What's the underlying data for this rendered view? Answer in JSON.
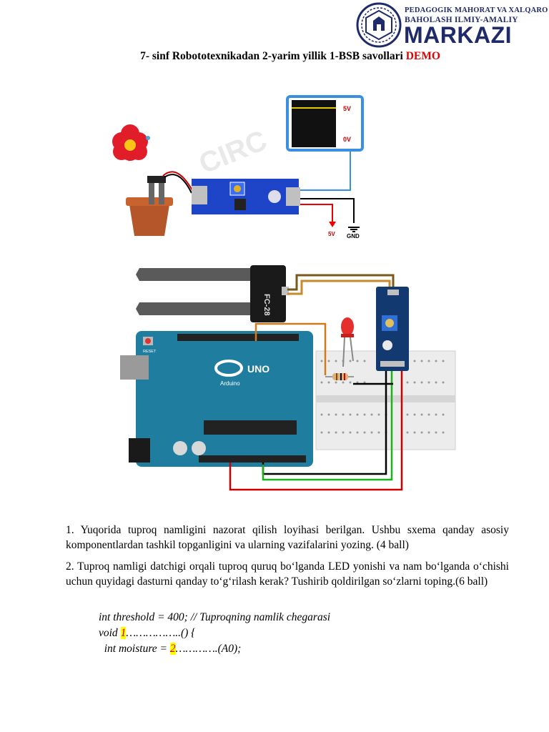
{
  "logo": {
    "line1": "PEDAGOGIK MAHORAT VA XALQARO",
    "line2": "BAHOLASH ILMIY-AMALIY",
    "main": "MARKAZI"
  },
  "title": {
    "text": "7-  sinf Robototexnikadan 2-yarim yillik 1-BSB savollari ",
    "highlight": "DEMO"
  },
  "figure1": {
    "scope_label_top": "5V",
    "scope_label_bottom": "0V",
    "out_5v": "5V",
    "out_gnd": "GND"
  },
  "figure2": {
    "probe_label": "FC-28",
    "board_label": "UNO",
    "board_brand": "Arduino",
    "reset_label": "RESET"
  },
  "questions": [
    {
      "text": "1. Yuqorida tuproq namligini nazorat qilish loyihasi berilgan. Ushbu sxema qanday asosiy komponentlardan tashkil topganligini va ularning vazifalarini yozing. (4 ball)"
    },
    {
      "text": "2. Tuproq namligi datchigi orqali tuproq quruq bo‘lganda LED yonishi va nam bo‘lganda o‘chishi uchun quyidagi dasturni qanday to‘g‘rilash kerak? Tushirib qoldirilgan so‘zlarni toping.(6 ball)"
    }
  ],
  "code": {
    "line1": "int threshold = 400; // Tuproqning namlik chegarasi",
    "line2_pre": "void ",
    "blank1": "1",
    "line2_post": "……………..() {",
    "line3_pre": "  int moisture = ",
    "blank2": "2",
    "line3_post": "………….(A0);"
  }
}
